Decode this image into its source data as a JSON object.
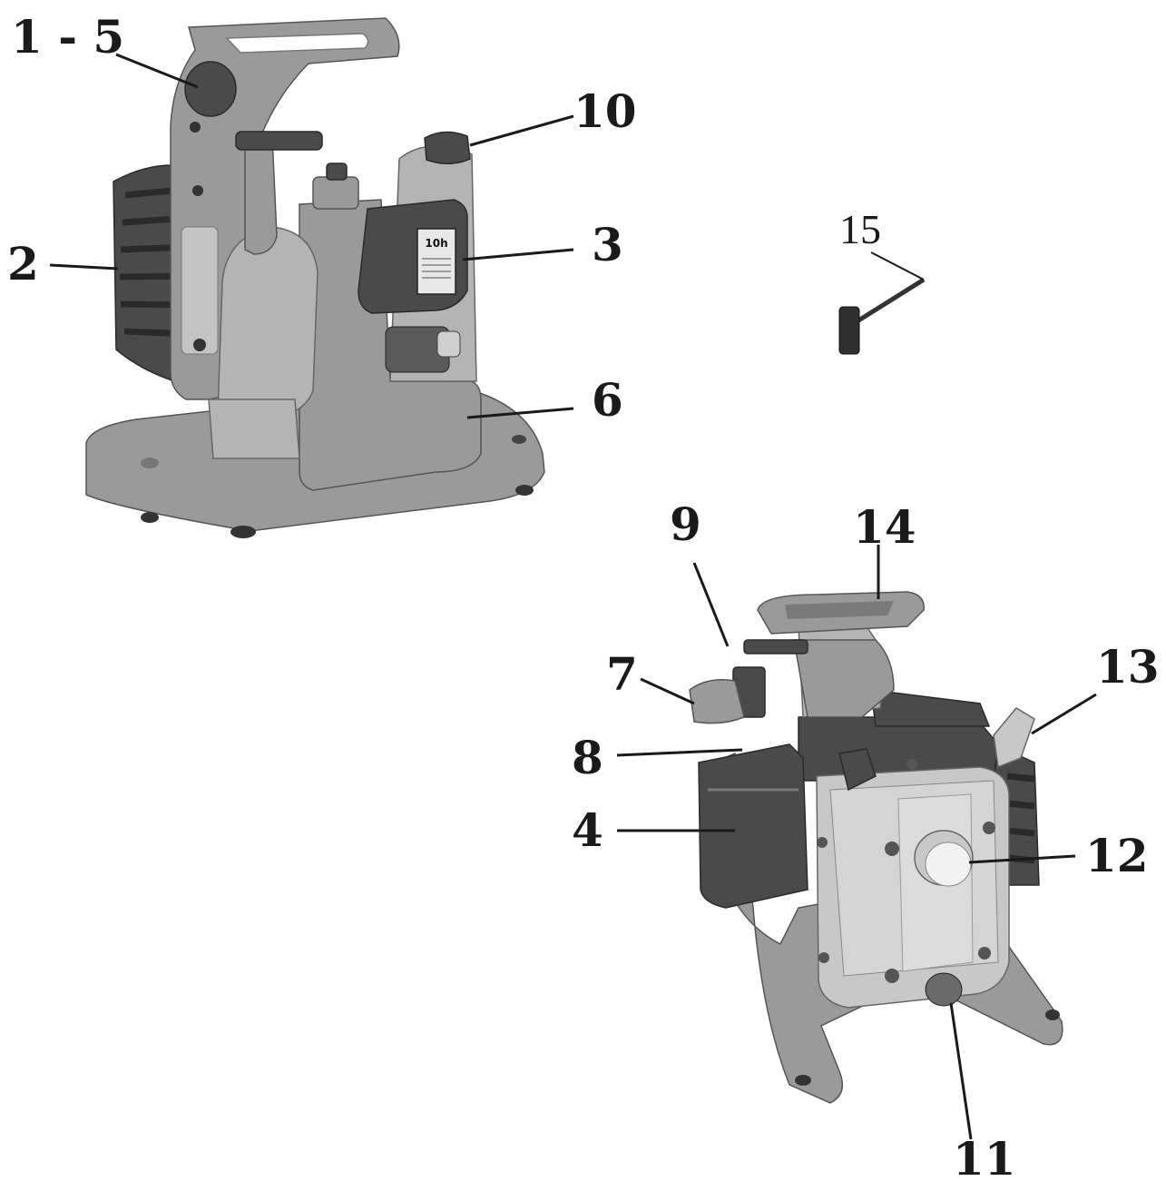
{
  "callouts": {
    "c1_5": "1 - 5",
    "c2": "2",
    "c3": "3",
    "c4": "4",
    "c6": "6",
    "c7": "7",
    "c8": "8",
    "c9": "9",
    "c10": "10",
    "c11": "11",
    "c12": "12",
    "c13": "13",
    "c14": "14",
    "c15": "15"
  },
  "label_sticker": "10h"
}
